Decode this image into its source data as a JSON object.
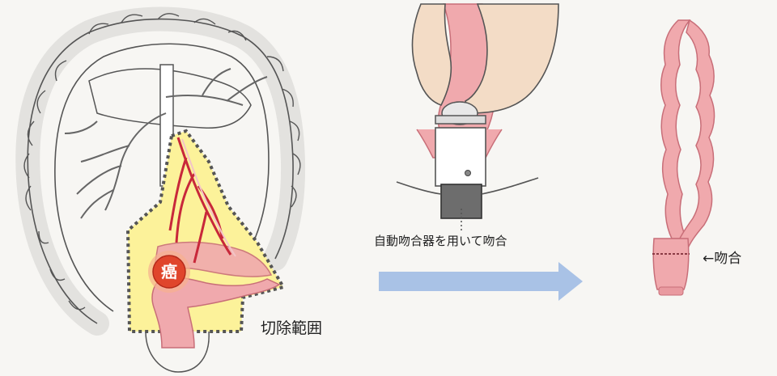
{
  "labels": {
    "cancer": "癌",
    "resection_range": "切除範囲",
    "stapler_note": "自動吻合器を用いて吻合",
    "anastomosis": "←吻合"
  },
  "colors": {
    "background": "#f7f6f3",
    "resection_fill": "#fcf29a",
    "bowel_pink": "#f0a9ad",
    "bowel_outline": "#c86e78",
    "vessel_red": "#c8283a",
    "tumor": "#e0452c",
    "arrow_blue": "#a9c2e6",
    "skin": "#f3dcc6",
    "outline_gray": "#555555"
  },
  "icons": {
    "transition_arrow": "right-arrow-icon"
  }
}
